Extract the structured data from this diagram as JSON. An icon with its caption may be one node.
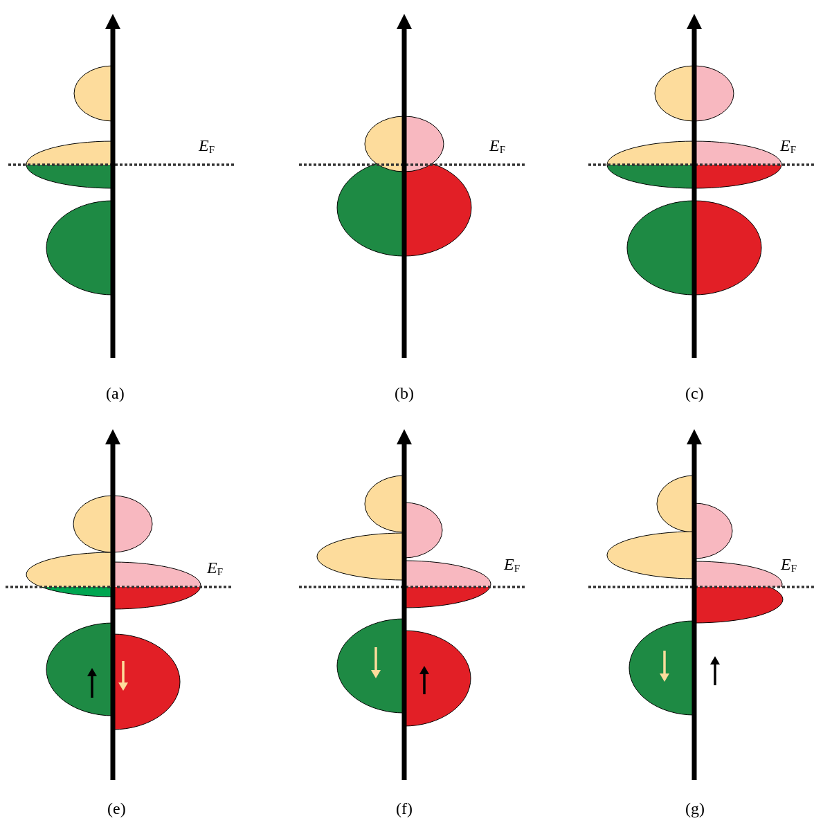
{
  "diagram": {
    "labels": [
      "*E*$_{F}$",
      "*E*$_{F}$",
      "*E*$_{F}$",
      "(a)",
      "(b)",
      "(c)",
      "*E*$_{F}$",
      "*E*$_{F}$",
      "*E*$_{F}$",
      "(e)",
      "(f)",
      "(g)"
    ]
  }
}
